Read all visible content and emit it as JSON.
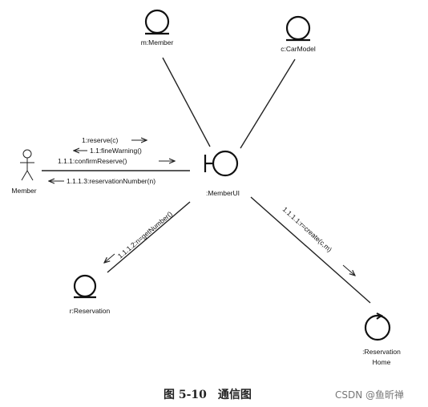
{
  "nodes": {
    "member_entity": "m:Member",
    "carmodel_entity": "c:CarModel",
    "actor": "Member",
    "boundary": ":MemberUI",
    "reservation": "r:Reservation",
    "control_line1": ":Reservation",
    "control_line2": "Home"
  },
  "messages": {
    "m1": "1:reserve(c)",
    "m2": "1.1:fineWarning()",
    "m3": "1.1.1:confirmReserve()",
    "m4": "1.1.1.3:reservationNumber(n)",
    "m5": "1.1.1.2:n=getNumber()",
    "m6": "1.1.1.1:r=create(c,m)"
  },
  "caption": "图 5-10　通信图",
  "watermark": "CSDN @鱼昕禅"
}
